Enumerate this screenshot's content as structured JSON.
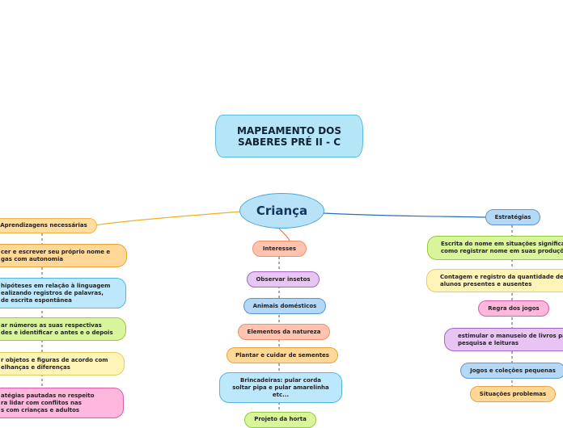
{
  "title": {
    "line1": "MAPEAMENTO DOS",
    "line2": "SABERES PRÉ II - C"
  },
  "central": "Criança",
  "left_branch": {
    "label": "Aprendizagens necessárias",
    "items": [
      "cer e escrever seu próprio nome e\ngas com autonomia",
      "hipóteses em relação à linguagem\nealizando registros de palavras,\nde escrita espontânea",
      "ar números as suas respectivas\ndes e identificar o antes e o depois",
      "r objetos e figuras de acordo com\nelhanças e diferenças",
      "atégias pautadas no respeito\nra lidar com conflitos nas\ns com crianças e adultos"
    ]
  },
  "middle_branch": {
    "label": "Interesses",
    "items": [
      "Observar insetos",
      "Animais domésticos",
      "Elementos da natureza",
      "Plantar e cuidar de sementes",
      "Brincadeiras: pular corda\nsoltar pipa e pular amarelinha\netc...",
      "Projeto da horta"
    ]
  },
  "right_branch": {
    "label": "Estratégias",
    "items": [
      "Escrita do nome em situações significa\ncomo registrar nome em suas produçõ",
      "Contagem e registro da quantidade de\nalunos presentes e ausentes",
      "Regra dos jogos",
      "estimular o manuseio de livros pa\npesquisa e leituras",
      "Jogos e coleções pequenas",
      "Situações problemas"
    ]
  },
  "colors": {
    "left_link": "#f0b020",
    "middle_link": "#e8734a",
    "right_link": "#2a6db5",
    "central_fill": "#b8e2f7",
    "title_fill": "#b5e6f8"
  }
}
